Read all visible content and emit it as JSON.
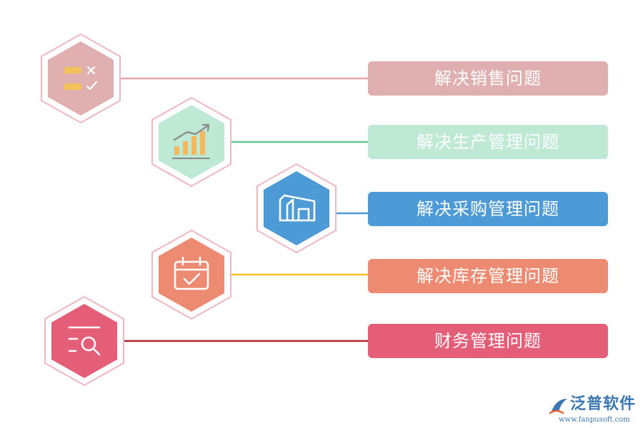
{
  "items": [
    {
      "label": "解决销售问题",
      "color": "#e0afb0",
      "line_color": "#e8a5b0"
    },
    {
      "label": "解决生产管理问题",
      "color": "#bde9d5",
      "line_color": "#5fc592"
    },
    {
      "label": "解决采购管理问题",
      "color": "#4d9bd6",
      "line_color": "#4d9bd6"
    },
    {
      "label": "解决库存管理问题",
      "color": "#ec8b72",
      "line_color": "#f0c02a"
    },
    {
      "label": "财务管理问题",
      "color": "#e55e78",
      "line_color": "#b0242a"
    }
  ],
  "hexagon_border_color": "#f1b7c0",
  "icons": [
    "checklist-icon",
    "bar-chart-growth-icon",
    "warehouse-icon",
    "calendar-check-icon",
    "search-list-icon"
  ],
  "logo": {
    "name": "泛普软件",
    "url": "www.fanpusoft.com"
  }
}
